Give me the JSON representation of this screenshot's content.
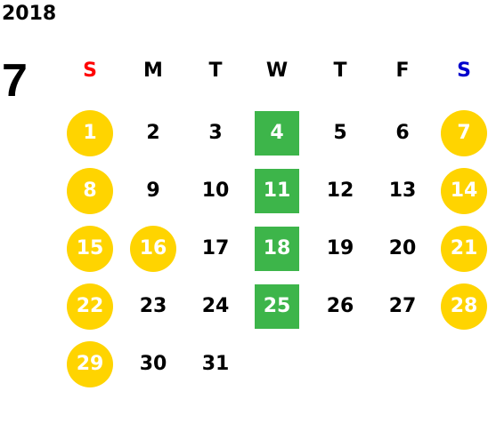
{
  "year": "2018",
  "month": "7",
  "weekdays": [
    "S",
    "M",
    "T",
    "W",
    "T",
    "F",
    "S"
  ],
  "weekday_colors": [
    "#FF0000",
    "#000000",
    "#000000",
    "#000000",
    "#000000",
    "#000000",
    "#0000CC"
  ],
  "colors": {
    "holiday": "#FFD400",
    "event": "#3DB54A"
  },
  "weeks": [
    [
      {
        "day": "1",
        "style": "holiday"
      },
      {
        "day": "2",
        "style": "plain"
      },
      {
        "day": "3",
        "style": "plain"
      },
      {
        "day": "4",
        "style": "event"
      },
      {
        "day": "5",
        "style": "plain"
      },
      {
        "day": "6",
        "style": "plain"
      },
      {
        "day": "7",
        "style": "holiday"
      }
    ],
    [
      {
        "day": "8",
        "style": "holiday"
      },
      {
        "day": "9",
        "style": "plain"
      },
      {
        "day": "10",
        "style": "plain"
      },
      {
        "day": "11",
        "style": "event"
      },
      {
        "day": "12",
        "style": "plain"
      },
      {
        "day": "13",
        "style": "plain"
      },
      {
        "day": "14",
        "style": "holiday"
      }
    ],
    [
      {
        "day": "15",
        "style": "holiday"
      },
      {
        "day": "16",
        "style": "holiday"
      },
      {
        "day": "17",
        "style": "plain"
      },
      {
        "day": "18",
        "style": "event"
      },
      {
        "day": "19",
        "style": "plain"
      },
      {
        "day": "20",
        "style": "plain"
      },
      {
        "day": "21",
        "style": "holiday"
      }
    ],
    [
      {
        "day": "22",
        "style": "holiday"
      },
      {
        "day": "23",
        "style": "plain"
      },
      {
        "day": "24",
        "style": "plain"
      },
      {
        "day": "25",
        "style": "event"
      },
      {
        "day": "26",
        "style": "plain"
      },
      {
        "day": "27",
        "style": "plain"
      },
      {
        "day": "28",
        "style": "holiday"
      }
    ],
    [
      {
        "day": "29",
        "style": "holiday"
      },
      {
        "day": "30",
        "style": "plain"
      },
      {
        "day": "31",
        "style": "plain"
      }
    ]
  ]
}
